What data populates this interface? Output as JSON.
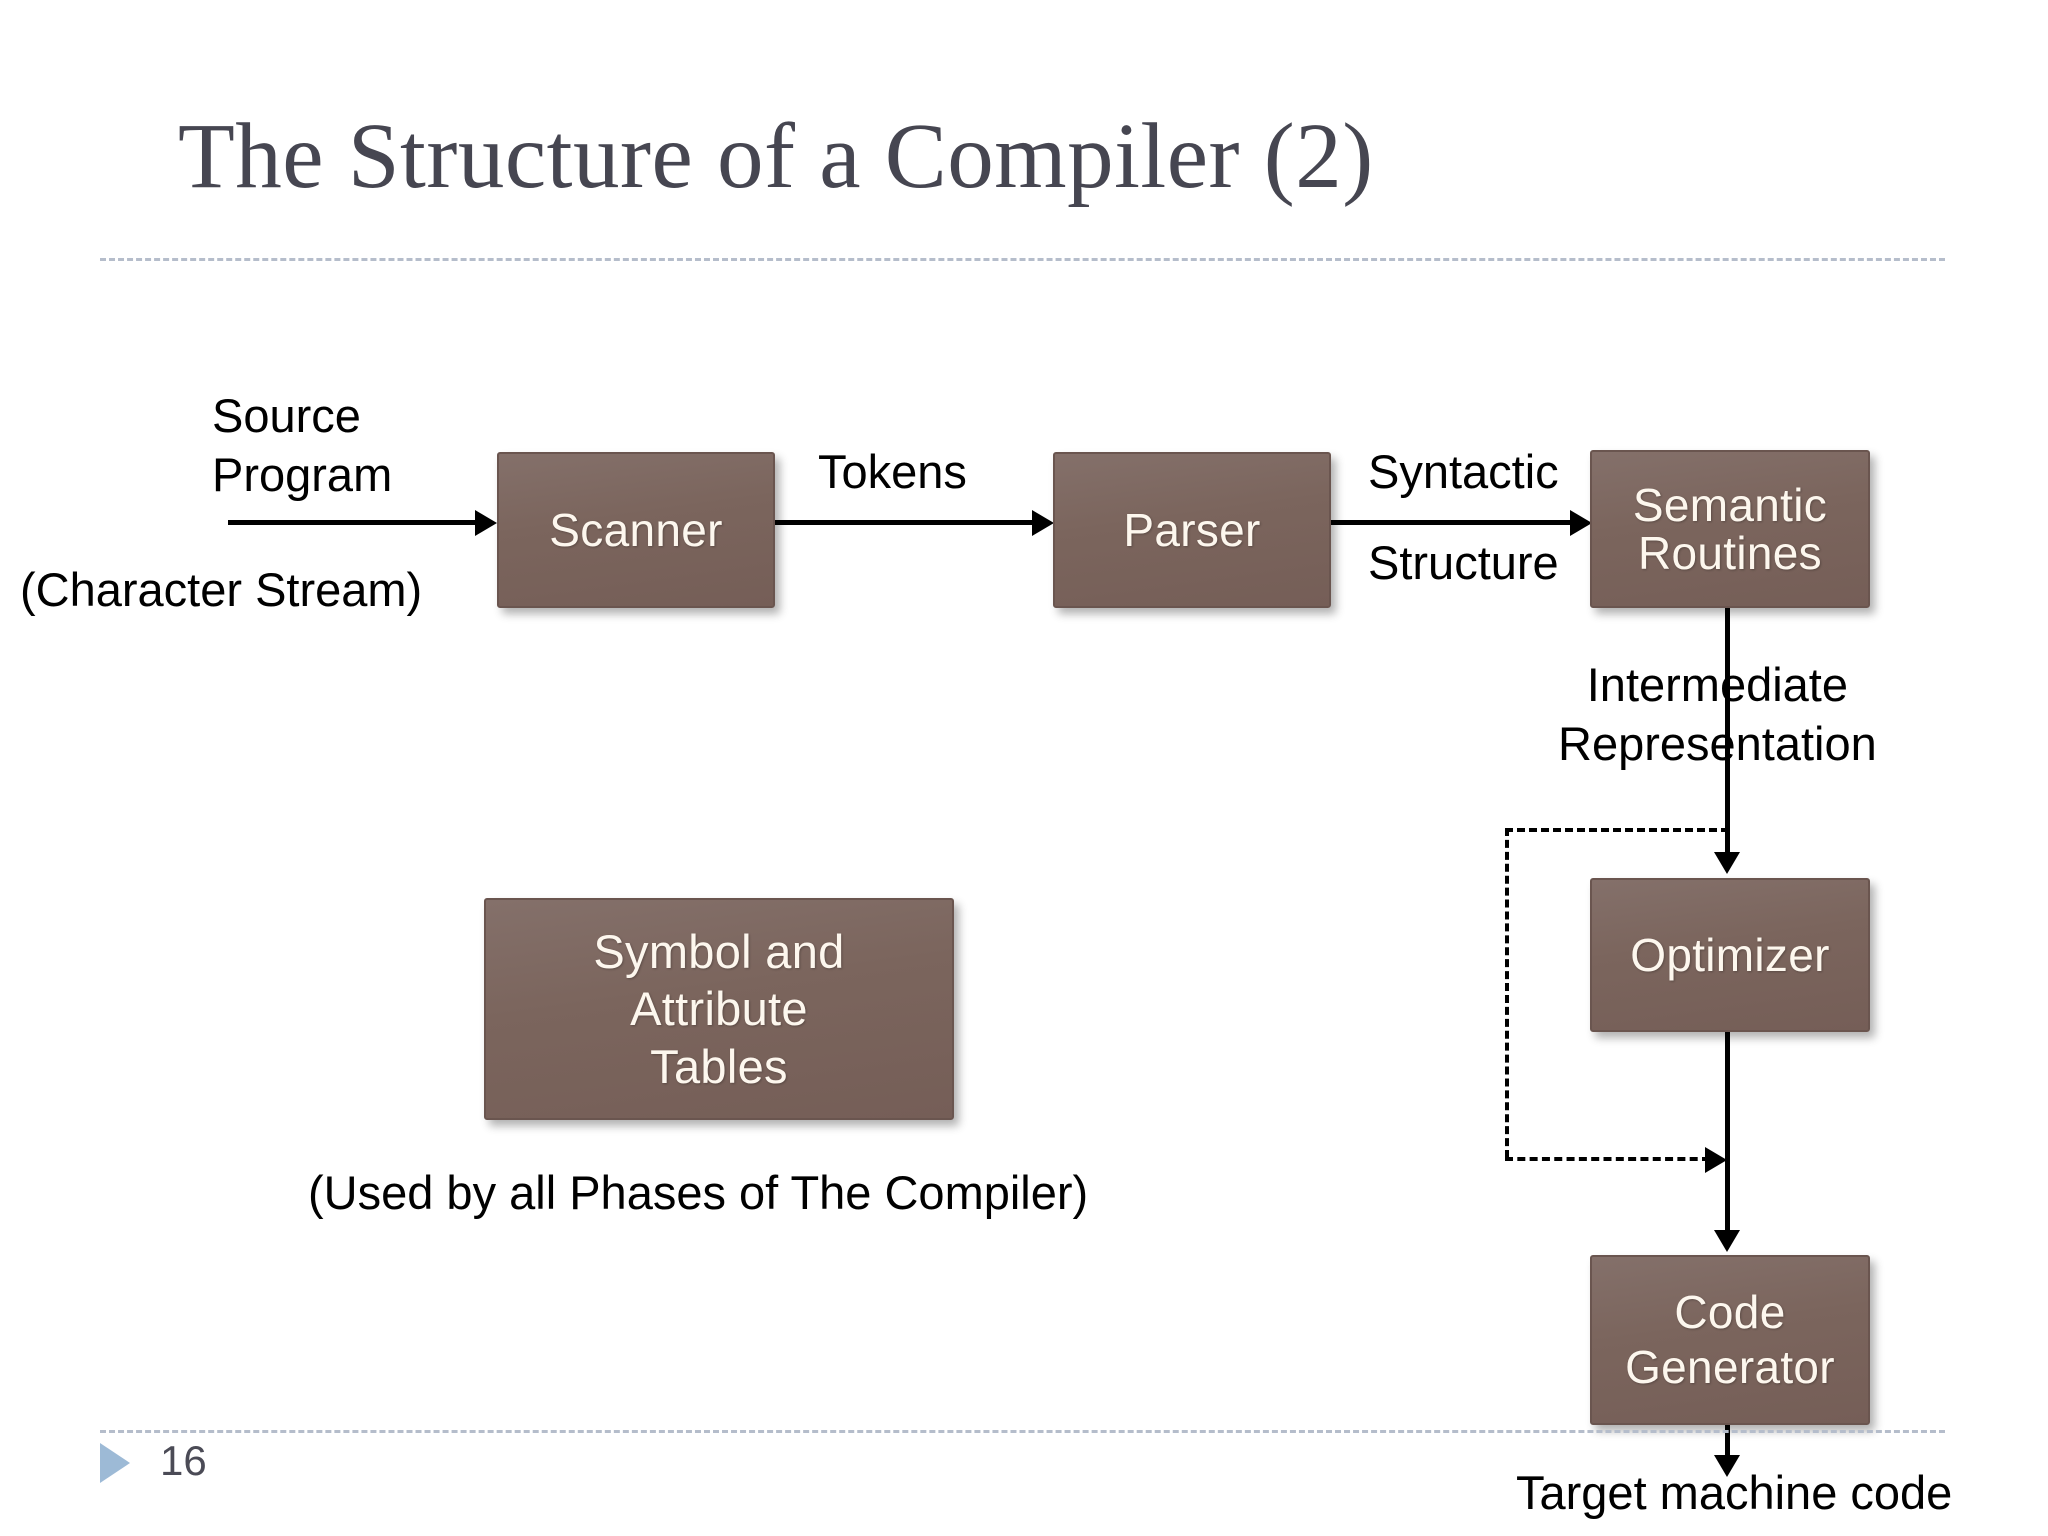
{
  "slide": {
    "title": "The Structure of a Compiler (2)",
    "number": "16",
    "accent_color": "#9dbad6",
    "title_color": "#464651",
    "rule_color": "#b5bdcb",
    "node_color": "#7b655d",
    "node_text_color": "#fdf7ee"
  },
  "diagram": {
    "nodes": [
      {
        "id": "scanner",
        "label": "Scanner"
      },
      {
        "id": "parser",
        "label": "Parser"
      },
      {
        "id": "semantic",
        "label": "Semantic\nRoutines"
      },
      {
        "id": "symtab",
        "label": "Symbol and\nAttribute\nTables"
      },
      {
        "id": "optimizer",
        "label": "Optimizer"
      },
      {
        "id": "codegen",
        "label": "Code\nGenerator"
      }
    ],
    "labels": {
      "source_program": "Source\nProgram",
      "character_stream": "(Character Stream)",
      "tokens": "Tokens",
      "syntactic": "Syntactic",
      "structure": "Structure",
      "intermediate_representation": "Intermediate\nRepresentation",
      "used_by_all_phases": "(Used by all Phases of The Compiler)",
      "target_machine_code": "Target machine code"
    },
    "edges": [
      {
        "from": "source-program",
        "to": "scanner",
        "label": "Source Program (Character Stream)",
        "style": "solid"
      },
      {
        "from": "scanner",
        "to": "parser",
        "label": "Tokens",
        "style": "solid"
      },
      {
        "from": "parser",
        "to": "semantic",
        "label": "Syntactic Structure",
        "style": "solid"
      },
      {
        "from": "semantic",
        "to": "optimizer",
        "label": "Intermediate Representation",
        "style": "solid"
      },
      {
        "from": "optimizer",
        "to": "codegen",
        "label": "",
        "style": "solid"
      },
      {
        "from": "codegen",
        "to": "target",
        "label": "Target machine code",
        "style": "solid"
      },
      {
        "from": "semantic",
        "to": "codegen",
        "label": "",
        "style": "dash-dot"
      }
    ]
  }
}
